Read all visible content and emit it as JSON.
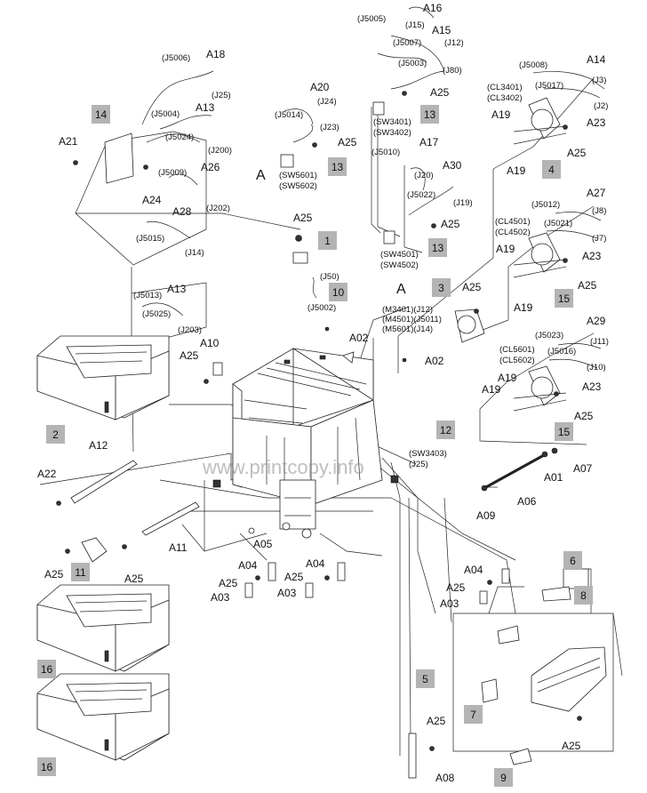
{
  "watermark": "www.printcopy.info",
  "callouts": [
    "1",
    "2",
    "3",
    "4",
    "5",
    "6",
    "7",
    "8",
    "9",
    "10",
    "11",
    "12",
    "13",
    "14",
    "15",
    "16"
  ],
  "labels": [
    "A01",
    "A02",
    "A03",
    "A04",
    "A05",
    "A06",
    "A07",
    "A08",
    "A09",
    "A10",
    "A11",
    "A12",
    "A13",
    "A14",
    "A15",
    "A16",
    "A17",
    "A18",
    "A19",
    "A20",
    "A21",
    "A22",
    "A23",
    "A24",
    "A25",
    "A26",
    "A27",
    "A28",
    "A29",
    "A30"
  ],
  "connectors": {
    "j5005": "(J5005)",
    "j15": "(J15)",
    "j5007": "(J5007)",
    "j12": "(J12)",
    "j5003": "(J5003)",
    "j80": "(J80)",
    "j5006": "(J5006)",
    "j25": "(J25)",
    "j5004": "(J5004)",
    "j5024": "(J5024)",
    "j200": "(J200)",
    "j5009": "(J5009)",
    "j202": "(J202)",
    "j5015": "(J5015)",
    "j14": "(J14)",
    "j5013": "(J5013)",
    "j5025": "(J5025)",
    "j203": "(J203)",
    "j5014": "(J5014)",
    "j24": "(J24)",
    "j23": "(J23)",
    "sw5601": "(SW5601)",
    "sw5602": "(SW5602)",
    "sw3401": "(SW3401)",
    "sw3402": "(SW3402)",
    "j5010": "(J5010)",
    "j20": "(J20)",
    "j5022": "(J5022)",
    "j19": "(J19)",
    "sw4501": "(SW4501)",
    "sw4502": "(SW4502)",
    "j50": "(J50)",
    "j5002": "(J5002)",
    "m3401": "(M3401)(J12)",
    "m4501": "(M4501)(J5011)",
    "m5601": "(M5601)(J14)",
    "j5008": "(J5008)",
    "j5017": "(J5017)",
    "j3": "(J3)",
    "j2": "(J2)",
    "cl3401": "(CL3401)",
    "cl3402": "(CL3402)",
    "j5012": "(J5012)",
    "j5021": "(J5021)",
    "j8": "(J8)",
    "j7": "(J7)",
    "cl4501": "(CL4501)",
    "cl4502": "(CL4502)",
    "j5023": "(J5023)",
    "j5016": "(J5016)",
    "j11": "(J11)",
    "j10": "(J10)",
    "cl5601": "(CL5601)",
    "cl5602": "(CL5602)",
    "sw3403": "(SW3403)",
    "j25b": "(J25)"
  },
  "view_markers": {
    "a_left": "A",
    "a_center": "A"
  }
}
